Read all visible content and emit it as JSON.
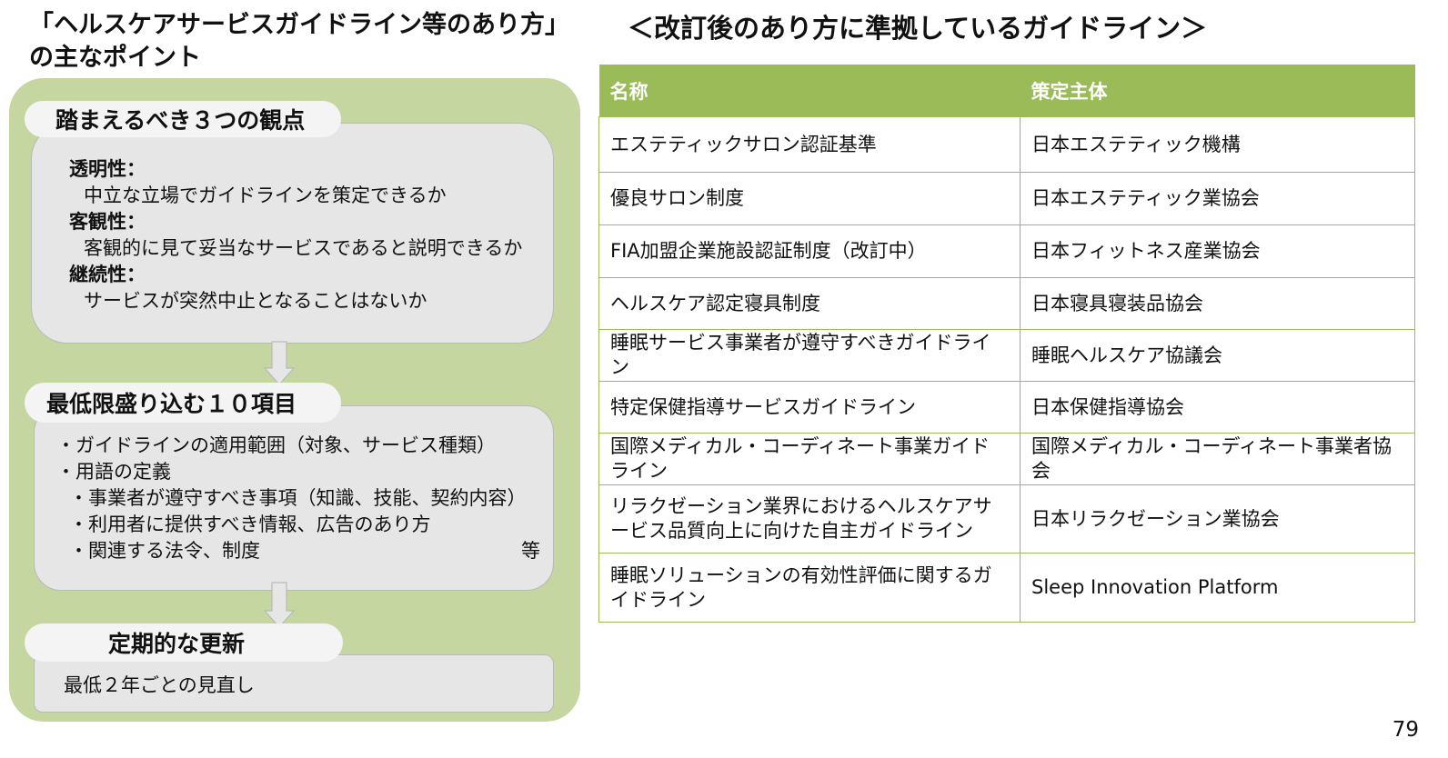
{
  "left": {
    "title": "「ヘルスケアサービスガイドライン等のあり方」の主なポイント",
    "section1": {
      "heading": "踏まえるべき３つの観点",
      "items": [
        {
          "label": "透明性：",
          "desc": "中立な立場でガイドラインを策定できるか"
        },
        {
          "label": "客観性：",
          "desc": "客観的に見て妥当なサービスであると説明できるか"
        },
        {
          "label": "継続性：",
          "desc": "サービスが突然中止となることはないか"
        }
      ]
    },
    "section2": {
      "heading": "最低限盛り込む１０項目",
      "items": [
        "・ガイドラインの適用範囲（対象、サービス種類）",
        "・用語の定義",
        "・事業者が遵守すべき事項（知識、技能、契約内容）",
        "・利用者に提供すべき情報、広告のあり方",
        "・関連する法令、制度"
      ],
      "etc": "等"
    },
    "section3": {
      "heading": "定期的な更新",
      "text": "最低２年ごとの見直し"
    }
  },
  "right": {
    "title": "＜改訂後のあり方に準拠しているガイドライン＞",
    "table": {
      "headers": [
        "名称",
        "策定主体"
      ],
      "rows": [
        [
          "エステティックサロン認証基準",
          "日本エステティック機構"
        ],
        [
          "優良サロン制度",
          "日本エステティック業協会"
        ],
        [
          "FIA加盟企業施設認証制度（改訂中）",
          "日本フィットネス産業協会"
        ],
        [
          "ヘルスケア認定寝具制度",
          "日本寝具寝装品協会"
        ],
        [
          "睡眠サービス事業者が遵守すべきガイドライン",
          "睡眠ヘルスケア協議会"
        ],
        [
          "特定保健指導サービスガイドライン",
          "日本保健指導協会"
        ],
        [
          "国際メディカル・コーディネート事業ガイドライン",
          "国際メディカル・コーディネート事業者協会"
        ],
        [
          "リラクゼーション業界におけるヘルスケアサービス品質向上に向けた自主ガイドライン",
          "日本リラクゼーション業協会"
        ],
        [
          "睡眠ソリューションの有効性評価に関するガイドライン",
          "Sleep Innovation Platform"
        ]
      ]
    }
  },
  "page_number": "79",
  "colors": {
    "panel_green": "#c5d6a0",
    "header_green": "#9bbb59",
    "box_gray": "#e6e6e6"
  }
}
